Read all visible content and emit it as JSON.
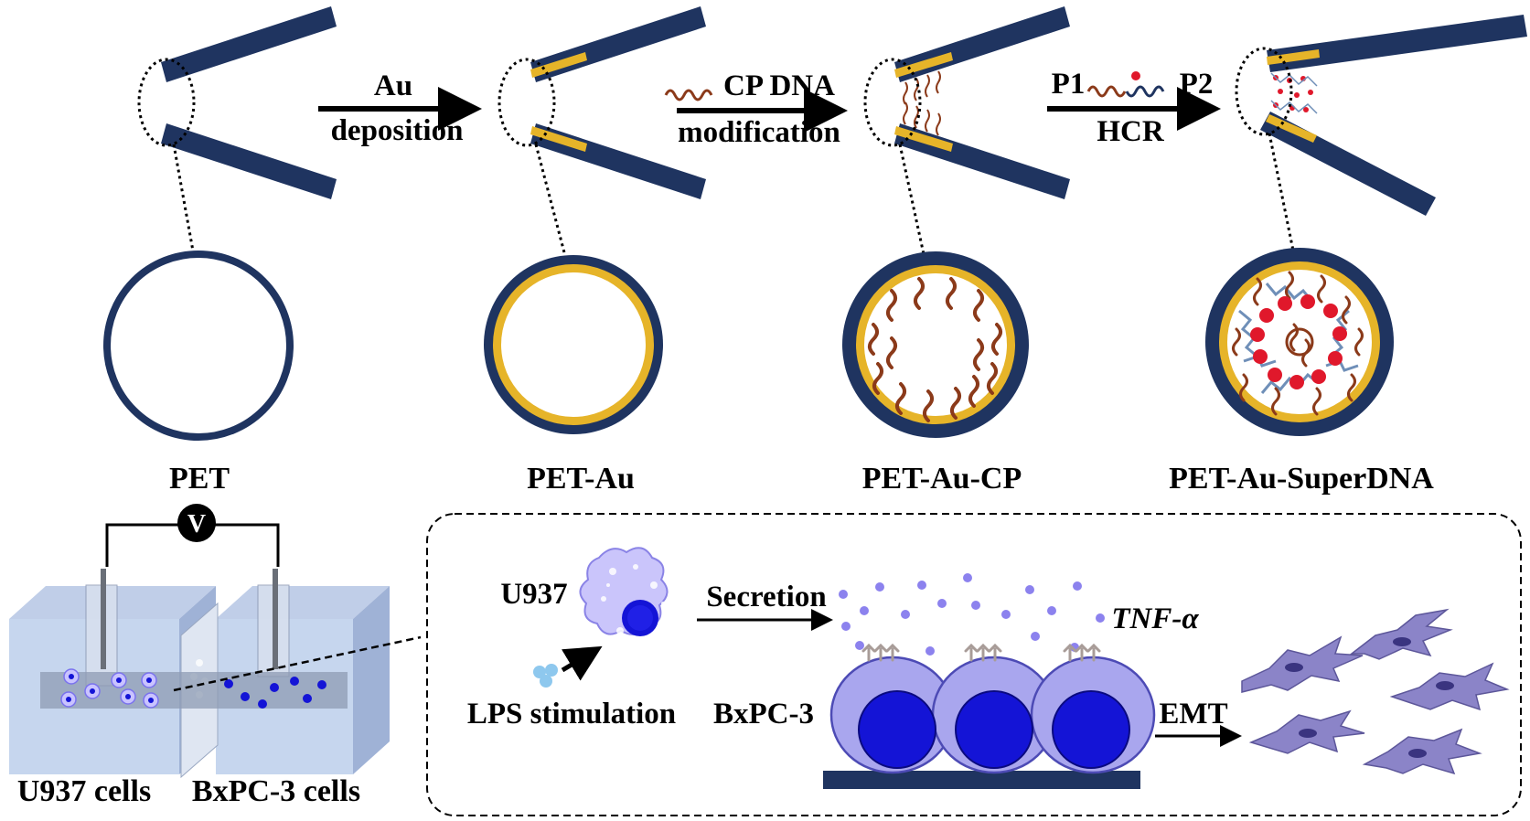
{
  "steps": [
    {
      "arrow_top": "Au",
      "arrow_bottom": "deposition"
    },
    {
      "arrow_top": "CP DNA",
      "arrow_bottom": "modification"
    },
    {
      "arrow_top_left": "P1",
      "arrow_top_right": "P2",
      "arrow_bottom": "HCR"
    }
  ],
  "stages": [
    {
      "label": "PET"
    },
    {
      "label": "PET-Au"
    },
    {
      "label": "PET-Au-CP"
    },
    {
      "label": "PET-Au-SuperDNA"
    }
  ],
  "setup": {
    "meter_symbol": "V",
    "left_chamber": "U937 cells",
    "right_chamber": "BxPC-3 cells"
  },
  "inset": {
    "macrophage": "U937",
    "secretion": "Secretion",
    "cytokine": "TNF-α",
    "stimulus": "LPS stimulation",
    "cancer_cell": "BxPC-3",
    "transition": "EMT"
  },
  "colors": {
    "navy": "#1f3460",
    "gold": "#e6b429",
    "dna_brown": "#8b3a1a",
    "dna_blue": "#6f8fb8",
    "hairpin_red": "#e0182b",
    "cell_lilac": "#a9a6ee",
    "nucleus_blue": "#1414d6",
    "tnf_dot": "#8c82ee",
    "lps_dot": "#8ec8ee",
    "mesenchymal": "#8b84c8"
  },
  "icons": [
    "conical-nanopore-icon",
    "voltmeter-icon",
    "macrophage-icon",
    "cancer-cell-icon",
    "mesenchymal-cell-icon"
  ]
}
